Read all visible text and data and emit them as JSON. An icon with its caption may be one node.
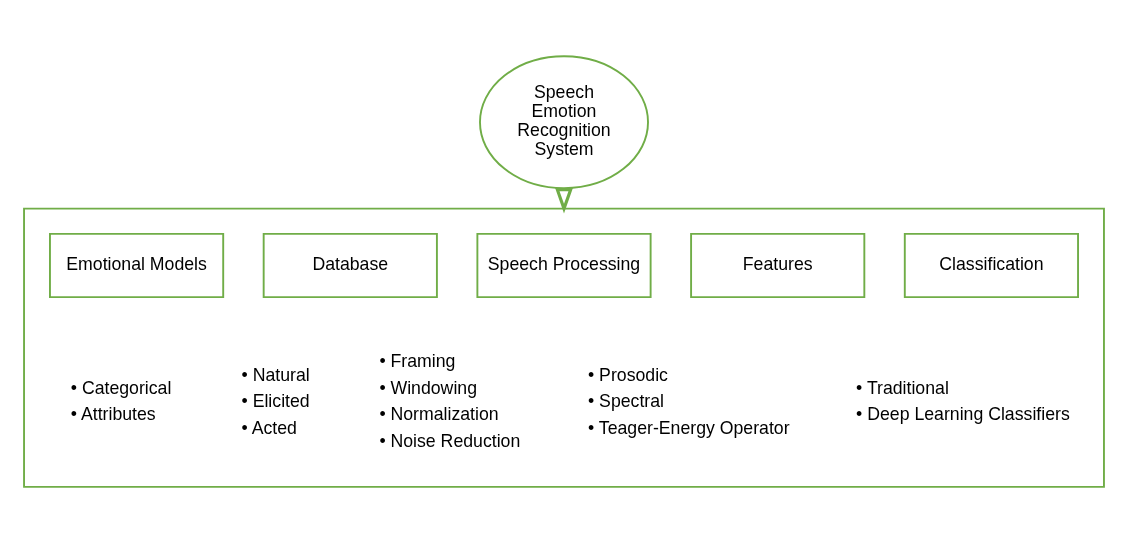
{
  "diagram": {
    "nodes": [
      {
        "text": [
          "Speech Emotion Recognition System"
        ]
      },
      {
        "text": [],
        "shape": "box"
      },
      {
        "text": [
          "Emotional Models"
        ],
        "in": 1,
        "beside": [
          "• Categorical",
          "• Attributes"
        ]
      },
      {
        "text": [
          "Database"
        ],
        "in": 1,
        "beside": [
          "• Natural",
          "• Elicited",
          "• Acted"
        ]
      },
      {
        "text": [
          "Speech Processing"
        ],
        "in": 1,
        "beside": [
          "• Framing",
          "• Windowing",
          "• Normalization",
          "• Noise Reduction"
        ]
      },
      {
        "text": [
          "Features"
        ],
        "in": 1,
        "beside": [
          "• Prosodic",
          "• Spectral",
          "• Teager-Energy Operator"
        ]
      },
      {
        "text": [
          "Classification"
        ],
        "in": 1,
        "beside": [
          "• Traditional",
          "• Deep Learning Classifiers"
        ]
      }
    ],
    "edges": [
      {
        "from": 0,
        "to": 1,
        "arrow": "to"
      }
    ]
  }
}
